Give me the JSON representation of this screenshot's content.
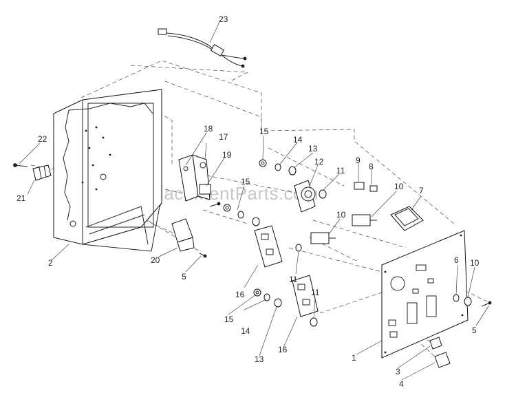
{
  "watermark": "eReplacementParts.com",
  "callouts": [
    "1",
    "2",
    "3",
    "4",
    "5",
    "5",
    "6",
    "7",
    "8",
    "9",
    "10",
    "10",
    "10",
    "11",
    "11",
    "11",
    "12",
    "13",
    "13",
    "14",
    "14",
    "15",
    "15",
    "15",
    "16",
    "16",
    "17",
    "18",
    "19",
    "20",
    "21",
    "22",
    "23"
  ]
}
